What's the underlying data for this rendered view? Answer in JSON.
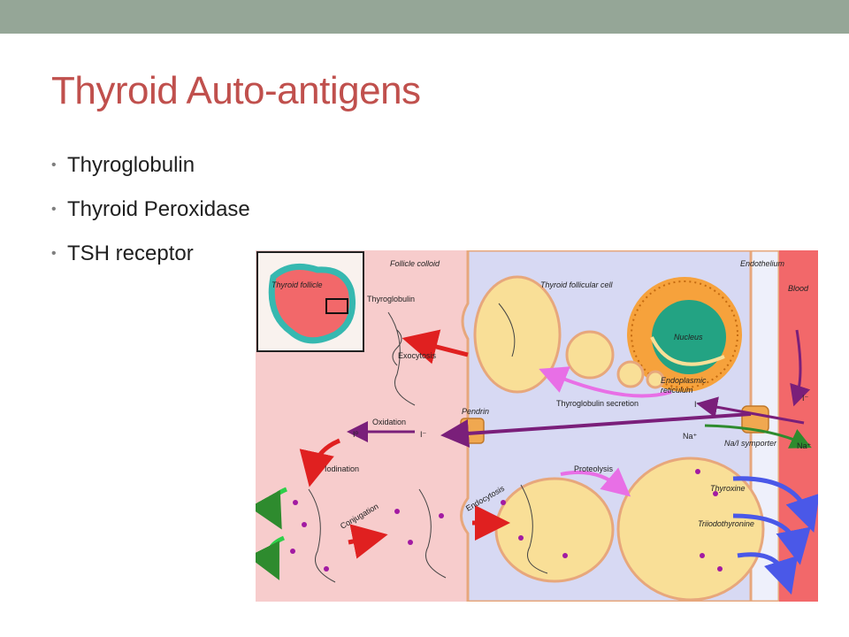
{
  "slide": {
    "title": "Thyroid Auto-antigens",
    "bullets": [
      "Thyroglobulin",
      "Thyroid Peroxidase",
      "TSH receptor"
    ]
  },
  "diagram": {
    "labels": {
      "follicle_colloid": "Follicle colloid",
      "thyroid_follicular_cell": "Thyroid follicular cell",
      "endothelium": "Endothelium",
      "blood": "Blood",
      "thyroid_follicle": "Thyroid follicle",
      "thyroglobulin": "Thyroglobulin",
      "exocytosis": "Exocytosis",
      "nucleus": "Nucleus",
      "endoplasmic": "Endoplasmic",
      "reticulum": "reticulum",
      "thyroglobulin_secretion": "Thyroglobulin secretion",
      "pendrin": "Pendrin",
      "oxidation": "Oxidation",
      "iodination": "Iodination",
      "conjugation": "Conjugation",
      "endocytosis": "Endocytosis",
      "proteolysis": "Proteolysis",
      "thyroxine": "Thyroxine",
      "triiodothyronine": "Triiodothyronine",
      "na_i_symporter": "Na/I symporter",
      "iodide_blood": "I⁻",
      "iodide_cell": "I⁻",
      "iodide_pendrin": "I⁻",
      "iodine": "I⁰",
      "sodium_cell": "Na⁺",
      "sodium_blood": "Na⁺"
    },
    "colors": {
      "colloid": "#f7cccc",
      "cell": "#d7d9f3",
      "blood": "#f2686a",
      "membrane": "#e7a77c",
      "vesicle": "#f9df97",
      "nucleus": "#23a383",
      "exocytosis_arrow": "#e02020",
      "secretion_arrow": "#e86fe6",
      "iodide_arrow": "#7a1f7a",
      "sodium_arrow": "#2e8b2e",
      "hormone_arrow": "#4a58e8",
      "iodine_atom": "#a21aa2"
    }
  }
}
